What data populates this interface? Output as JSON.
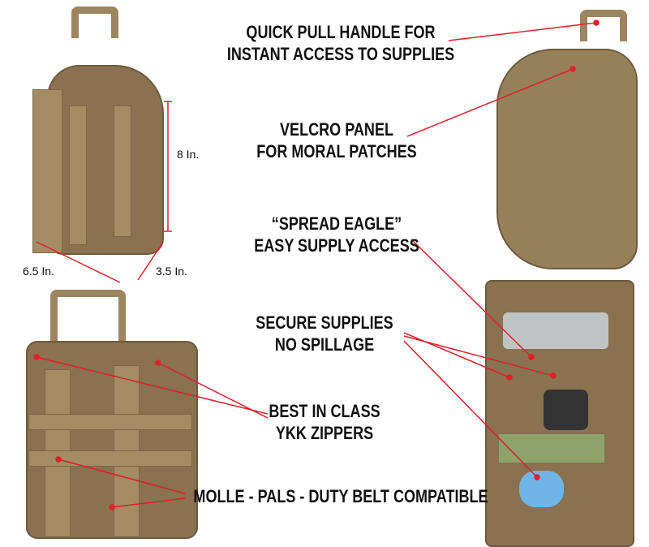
{
  "captions": {
    "handle": [
      "QUICK PULL HANDLE FOR",
      "INSTANT ACCESS TO SUPPLIES"
    ],
    "velcro": [
      "VELCRO PANEL",
      "FOR MORAL PATCHES"
    ],
    "spread": [
      "“SPREAD EAGLE”",
      "EASY SUPPLY ACCESS"
    ],
    "secure": [
      "SECURE SUPPLIES",
      "NO SPILLAGE"
    ],
    "zippers": [
      "BEST IN CLASS",
      "YKK ZIPPERS"
    ],
    "molle": "MOLLE - PALS - DUTY BELT COMPATIBLE"
  },
  "dimensions": {
    "height": "8 In.",
    "width": "6.5 In.",
    "depth": "3.5 In."
  },
  "colors": {
    "coyote": "#8a7150",
    "accent_line": "#e0202a"
  }
}
